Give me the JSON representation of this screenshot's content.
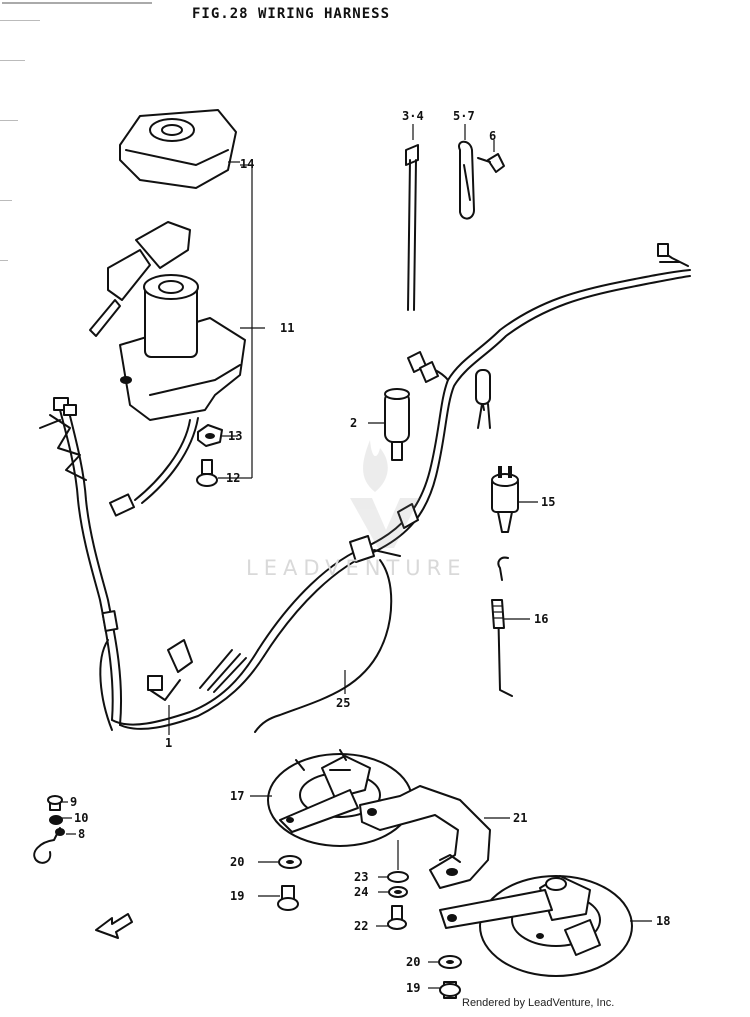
{
  "title": "FIG.28  WIRING HARNESS",
  "watermark": "LEADVENTURE",
  "credit": "Rendered by LeadVenture, Inc.",
  "callouts": {
    "c14": "14",
    "c11": "11",
    "c13": "13",
    "c12": "12",
    "c3_4": "3·4",
    "c5_7": "5·7",
    "c6": "6",
    "c2": "2",
    "c15": "15",
    "c16": "16",
    "c25": "25",
    "c1": "1",
    "c9": "9",
    "c10": "10",
    "c8": "8",
    "c17": "17",
    "c21": "21",
    "c20a": "20",
    "c19a": "19",
    "c23": "23",
    "c24": "24",
    "c22": "22",
    "c18": "18",
    "c20b": "20",
    "c19b": "19"
  }
}
